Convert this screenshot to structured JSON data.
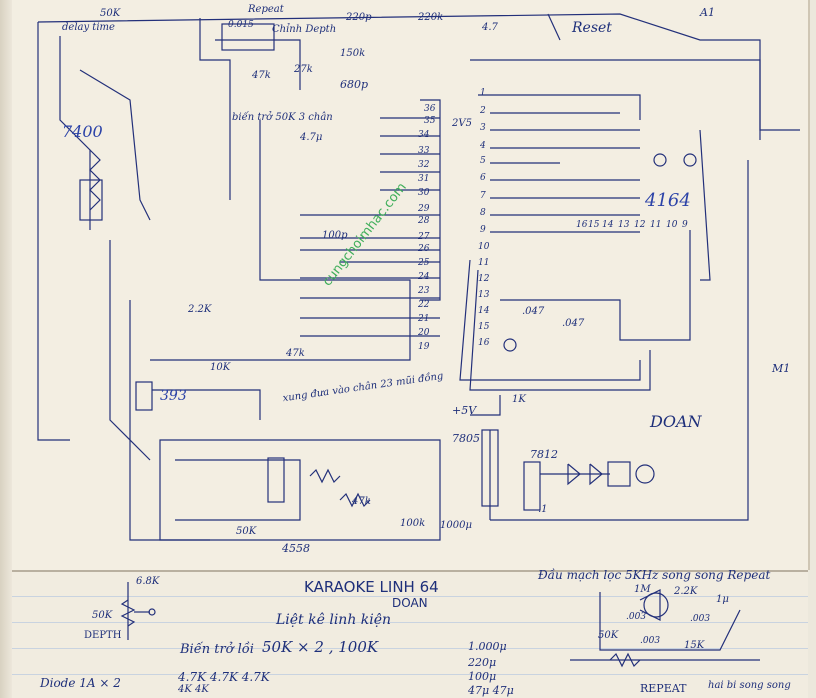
{
  "annotations": {
    "reset": "Reset",
    "a1": "A1",
    "m1": "M1",
    "ic_7400": "7400",
    "ic_4164": "4164",
    "ic_393": "393",
    "ic_4558": "4558",
    "ic_7805": "7805",
    "ic_7812": "7812",
    "doan_right": "DOAN",
    "delay_time": "delay time",
    "r_50k_top": "50K",
    "repeat_top": "Repeat",
    "cap_0015": "0.015",
    "chinh_depth": "Chỉnh Depth",
    "cap_220p": "220p",
    "cap_220k": "220k",
    "cap_47_top": "4.7",
    "r_47k": "47k",
    "r_27k": "27k",
    "r_150k": "150k",
    "cap_680p": "680p",
    "bien_tro_note": "biến trở 50K 3 chân",
    "cap_47u": "4.7μ",
    "cap_100p": "100p",
    "pin_numbers_left": [
      "36",
      "35",
      "34",
      "33",
      "32",
      "31",
      "30",
      "29",
      "28",
      "27",
      "26",
      "25",
      "24",
      "23",
      "22",
      "21",
      "20",
      "19"
    ],
    "pin_numbers_right": [
      "1",
      "2",
      "3",
      "4",
      "5",
      "6",
      "7",
      "8",
      "9",
      "10",
      "11",
      "12",
      "13",
      "14",
      "15",
      "16"
    ],
    "pin_numbers_top_right": [
      "16",
      "15",
      "14",
      "13",
      "12",
      "11",
      "10",
      "9"
    ],
    "v_25": "2V5",
    "r_10k": "10K",
    "r_47k_mid": "47k",
    "cap_047a": ".047",
    "cap_047b": ".047",
    "r_22k": "2.2K",
    "plus_5v": "+5V",
    "r_1k": "1K",
    "xung_dua_note": "xung đưa vào chân 23 mũi đồng",
    "r_100k": "100k",
    "r_47k_low": "47k",
    "cap_1": ".1",
    "r_50k_low": "50K",
    "cap_1000u": "1000μ"
  },
  "bottom": {
    "title": "KARAOKE LINH 64",
    "title_sub": "DOAN",
    "parts_heading": "Liệt kê linh kiện",
    "bien_tro_label": "Biến trở lồi",
    "bien_tro_values": "50K × 2 , 100K",
    "diode": "Diode 1A × 2",
    "res_row1": "4.7K  4.7K  4.7K",
    "res_row2": "4K  4K",
    "caps_col": [
      "1.000μ",
      "220μ",
      "100μ",
      "47μ 47μ"
    ],
    "filter_note": "Đầu mạch lọc 5KHz song song Repeat",
    "r_68k": "6.8K",
    "r_50k": "50K",
    "depth": "DEPTH",
    "r_1m": "1M",
    "r_22k": "2.2K",
    "cap_1u": "1μ",
    "r_50k_b": "50K",
    "cap_003a": ".003",
    "cap_003b": ".003",
    "cap_003c": ".003",
    "r_15k": "15K",
    "repeat": "REPEAT",
    "hai_bi": "hai bi song song"
  },
  "watermark": "cungchoimhac.com"
}
